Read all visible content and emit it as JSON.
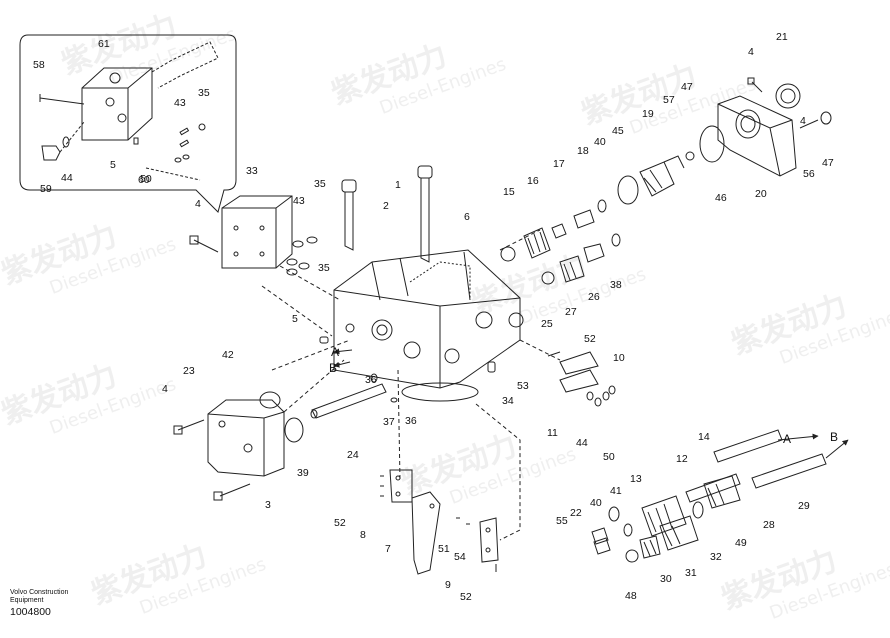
{
  "watermark": {
    "cn": "紫发动力",
    "en": "Diesel-Engines"
  },
  "caption": {
    "manufacturer": "Volvo Construction Equipment",
    "drawing_id": "1004800"
  },
  "callouts": [
    "1",
    "2",
    "3",
    "4",
    "4",
    "4",
    "4",
    "5",
    "5",
    "6",
    "7",
    "8",
    "9",
    "10",
    "11",
    "12",
    "13",
    "14",
    "15",
    "16",
    "17",
    "18",
    "19",
    "20",
    "21",
    "22",
    "23",
    "24",
    "25",
    "26",
    "27",
    "28",
    "29",
    "30",
    "31",
    "32",
    "33",
    "34",
    "35",
    "35",
    "35",
    "36",
    "36",
    "37",
    "38",
    "39",
    "40",
    "40",
    "41",
    "42",
    "43",
    "43",
    "44",
    "44",
    "45",
    "46",
    "47",
    "47",
    "48",
    "49",
    "50",
    "50",
    "51",
    "52",
    "52",
    "52",
    "53",
    "54",
    "55",
    "56",
    "57",
    "58",
    "59",
    "60",
    "61"
  ],
  "flow_markers": {
    "a": "A",
    "b": "B"
  },
  "colors": {
    "line": "#222222",
    "text": "#111111",
    "watermark": "#b4b4b4"
  }
}
